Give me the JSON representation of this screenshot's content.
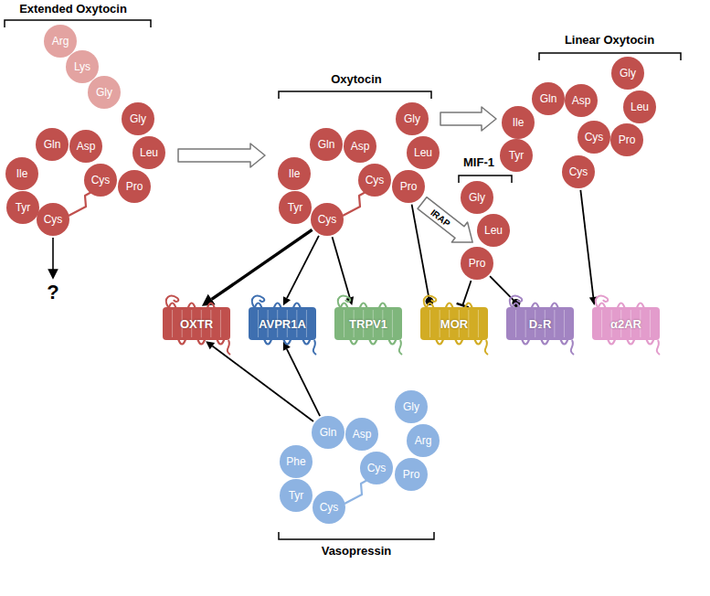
{
  "diagram": {
    "nodes": [
      {
        "text": [
          "Arg"
        ]
      },
      {
        "text": [
          "Lys"
        ]
      },
      {
        "text": [
          "Gly"
        ]
      },
      {
        "text": [
          "Gly"
        ]
      },
      {
        "text": [
          "Leu"
        ]
      },
      {
        "text": [
          "Pro"
        ]
      },
      {
        "text": [
          "Cys"
        ]
      },
      {
        "text": [
          "Asp"
        ]
      },
      {
        "text": [
          "Gln"
        ]
      },
      {
        "text": [
          "Ile"
        ]
      },
      {
        "text": [
          "Tyr"
        ]
      },
      {
        "text": [
          "Cys"
        ]
      },
      {
        "text": [
          "Gly"
        ]
      },
      {
        "text": [
          "Leu"
        ]
      },
      {
        "text": [
          "Pro"
        ]
      },
      {
        "text": [
          "Cys"
        ]
      },
      {
        "text": [
          "Asp"
        ]
      },
      {
        "text": [
          "Gln"
        ]
      },
      {
        "text": [
          "Ile"
        ]
      },
      {
        "text": [
          "Tyr"
        ]
      },
      {
        "text": [
          "Cys"
        ]
      },
      {
        "text": [
          "Gly"
        ]
      },
      {
        "text": [
          "Leu"
        ]
      },
      {
        "text": [
          "Pro"
        ]
      },
      {
        "text": [
          "Cys"
        ]
      },
      {
        "text": [
          "Asp"
        ]
      },
      {
        "text": [
          "Gln"
        ]
      },
      {
        "text": [
          "Ile"
        ]
      },
      {
        "text": [
          "Tyr"
        ]
      },
      {
        "text": [
          "Cys"
        ]
      },
      {
        "text": [
          "Gly"
        ]
      },
      {
        "text": [
          "Leu"
        ]
      },
      {
        "text": [
          "Pro"
        ]
      },
      {
        "text": [
          "OXTR"
        ]
      },
      {
        "text": [
          "AVPR1A"
        ]
      },
      {
        "text": [
          "TRPV1"
        ]
      },
      {
        "text": [
          "MOR"
        ]
      },
      {
        "text": [
          "D₂R"
        ]
      },
      {
        "text": [
          "α2AR"
        ]
      },
      {
        "text": [
          "Gly"
        ]
      },
      {
        "text": [
          "Arg"
        ]
      },
      {
        "text": [
          "Pro"
        ]
      },
      {
        "text": [
          "Cys"
        ]
      },
      {
        "text": [
          "Asp"
        ]
      },
      {
        "text": [
          "Gln"
        ]
      },
      {
        "text": [
          "Phe"
        ]
      },
      {
        "text": [
          "Tyr"
        ]
      },
      {
        "text": [
          "Cys"
        ]
      }
    ],
    "edges": [
      {
        "from": 20,
        "to": 33,
        "arrow": "to"
      },
      {
        "from": 20,
        "to": 34,
        "arrow": "to"
      },
      {
        "from": 20,
        "to": 35,
        "arrow": "to"
      },
      {
        "from": 14,
        "to": 36,
        "arrow": "to"
      },
      {
        "from": 32,
        "to": 36,
        "arrow": "to"
      },
      {
        "from": 32,
        "to": 37,
        "arrow": "to"
      },
      {
        "from": 29,
        "to": 38,
        "arrow": "to"
      },
      {
        "from": 44,
        "to": 33,
        "arrow": "to"
      },
      {
        "from": 44,
        "to": 34,
        "arrow": "to"
      }
    ],
    "labels": [
      "Extended Oxytocin",
      "Oxytocin",
      "MIF-1",
      "Linear Oxytocin",
      "IRAP",
      "?",
      "Vasopressin"
    ]
  }
}
